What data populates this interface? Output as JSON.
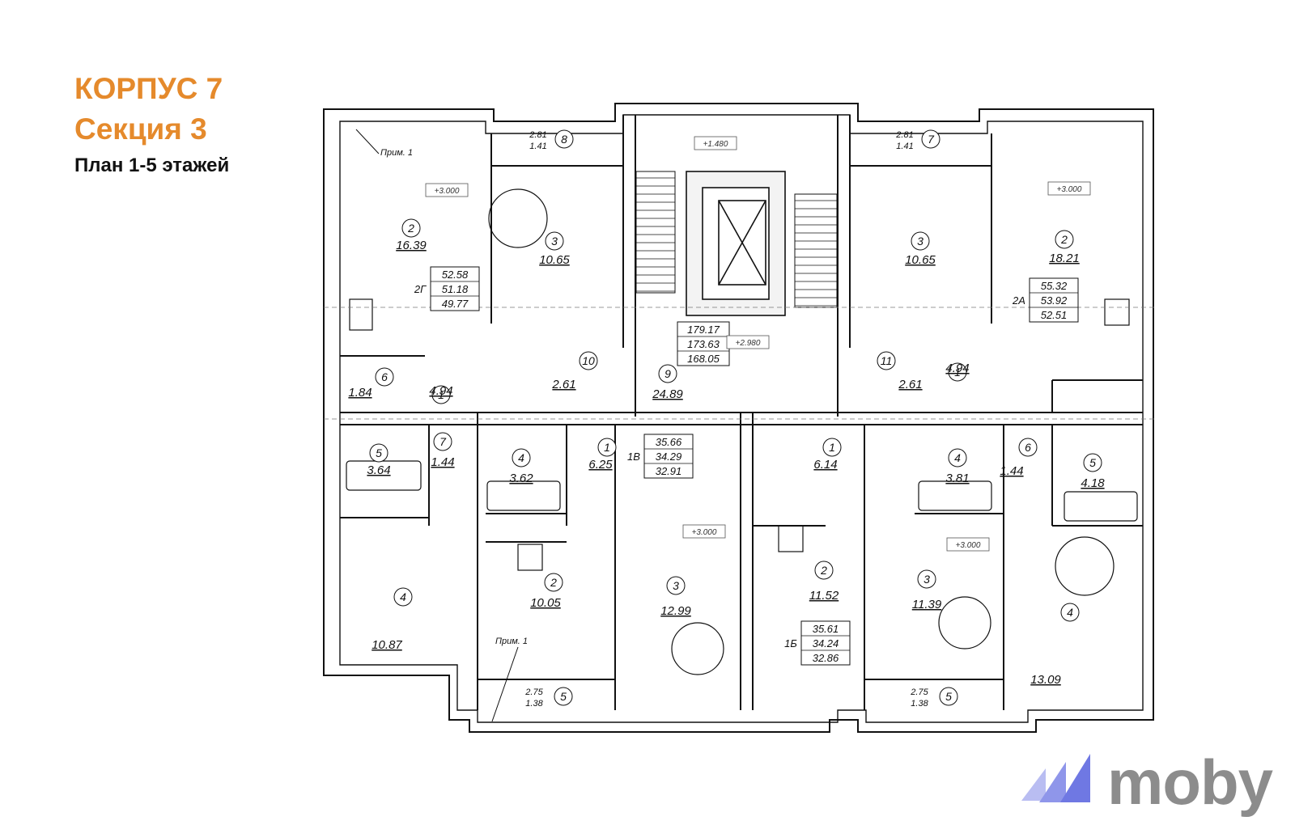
{
  "header": {
    "building": "КОРПУС 7",
    "section": "Секция 3",
    "plan": "План 1-5 этажей"
  },
  "brand": {
    "name": "moby",
    "color": "#8c8c8c",
    "mark_color": "#7d86e6"
  },
  "levels": {
    "left_top": "+3.000",
    "stair_top": "+1.480",
    "right_top": "+3.000",
    "hall": "+2.980",
    "lower_mid": "+3.000",
    "lower_right": "+3.000"
  },
  "notes": {
    "top": "Прим. 1",
    "bottom": "Прим. 1"
  },
  "rooms": [
    {
      "n": "8",
      "area": "2.81",
      "sub": "1.41"
    },
    {
      "n": "7",
      "area": "2.81",
      "sub": "1.41"
    },
    {
      "n": "2",
      "area": "16.39"
    },
    {
      "n": "3",
      "area": "10.65"
    },
    {
      "n": "3",
      "area": "10.65"
    },
    {
      "n": "2",
      "area": "18.21"
    },
    {
      "n": "1",
      "area": "4.94"
    },
    {
      "n": "1",
      "area": "4.94"
    },
    {
      "n": "6",
      "area": "1.84"
    },
    {
      "n": "10",
      "area": "2.61"
    },
    {
      "n": "11",
      "area": "2.61"
    },
    {
      "n": "9",
      "area": "24.89"
    },
    {
      "n": "5",
      "area": "3.64"
    },
    {
      "n": "7",
      "area": "1.44"
    },
    {
      "n": "4",
      "area": "3.62"
    },
    {
      "n": "1",
      "area": "6.25"
    },
    {
      "n": "1",
      "area": "6.14"
    },
    {
      "n": "4",
      "area": "3.81"
    },
    {
      "n": "6",
      "area": "1.44"
    },
    {
      "n": "5",
      "area": "4.18"
    },
    {
      "n": "4",
      "area": "10.87"
    },
    {
      "n": "2",
      "area": "10.05"
    },
    {
      "n": "3",
      "area": "12.99"
    },
    {
      "n": "2",
      "area": "11.52"
    },
    {
      "n": "3",
      "area": "11.39"
    },
    {
      "n": "4",
      "area": "13.09"
    },
    {
      "n": "5",
      "area": "2.75",
      "sub": "1.38"
    },
    {
      "n": "5",
      "area": "2.75",
      "sub": "1.38"
    }
  ],
  "apartments": [
    {
      "code": "2Г",
      "total": "52.58",
      "living": "51.18",
      "net": "49.77"
    },
    {
      "code": "2А",
      "total": "55.32",
      "living": "53.92",
      "net": "52.51"
    },
    {
      "code": "1В",
      "total": "35.66",
      "living": "34.29",
      "net": "32.91"
    },
    {
      "code": "1Б",
      "total": "35.61",
      "living": "34.24",
      "net": "32.86"
    }
  ],
  "stair_totals": {
    "a": "179.17",
    "b": "173.63",
    "c": "168.05"
  }
}
